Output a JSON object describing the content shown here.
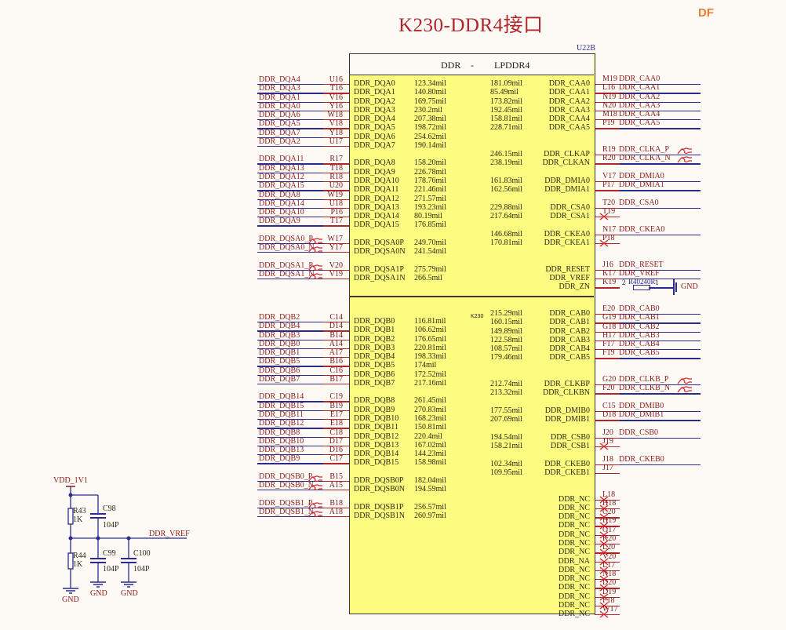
{
  "title": "K230-DDR4接口",
  "logo": "DF",
  "chip": {
    "ref": "U22B",
    "header": [
      "DDR",
      "-",
      "LPDDR4"
    ],
    "mark": "K230"
  },
  "top": {
    "left": [
      {
        "net": "DDR_DQA4",
        "pin": "U16",
        "name": "DDR_DQA0",
        "length": "123.34mil"
      },
      {
        "net": "DDR_DQA3",
        "pin": "T16",
        "name": "DDR_DQA1",
        "length": "140.80mil"
      },
      {
        "net": "DDR_DQA1",
        "pin": "V16",
        "name": "DDR_DQA2",
        "length": "169.75mil"
      },
      {
        "net": "DDR_DQA0",
        "pin": "Y16",
        "name": "DDR_DQA3",
        "length": "230.2mil"
      },
      {
        "net": "DDR_DQA6",
        "pin": "W18",
        "name": "DDR_DQA4",
        "length": "207.38mil"
      },
      {
        "net": "DDR_DQA5",
        "pin": "V18",
        "name": "DDR_DQA5",
        "length": "198.72mil"
      },
      {
        "net": "DDR_DQA7",
        "pin": "Y18",
        "name": "DDR_DQA6",
        "length": "254.62mil"
      },
      {
        "net": "DDR_DQA2",
        "pin": "U17",
        "name": "DDR_DQA7",
        "length": "190.14mil"
      },
      null,
      {
        "net": "DDR_DQA11",
        "pin": "R17",
        "name": "DDR_DQA8",
        "length": "158.20mil"
      },
      {
        "net": "DDR_DQA13",
        "pin": "T18",
        "name": "DDR_DQA9",
        "length": "226.78mil"
      },
      {
        "net": "DDR_DQA12",
        "pin": "R18",
        "name": "DDR_DQA10",
        "length": "178.76mil"
      },
      {
        "net": "DDR_DQA15",
        "pin": "U20",
        "name": "DDR_DQA11",
        "length": "221.46mil"
      },
      {
        "net": "DDR_DQA8",
        "pin": "W19",
        "name": "DDR_DQA12",
        "length": "271.57mil"
      },
      {
        "net": "DDR_DQA14",
        "pin": "U18",
        "name": "DDR_DQA13",
        "length": "193.23mil"
      },
      {
        "net": "DDR_DQA10",
        "pin": "P16",
        "name": "DDR_DQA14",
        "length": "80.19mil"
      },
      {
        "net": "DDR_DQA9",
        "pin": "T17",
        "name": "DDR_DQA15",
        "length": "176.85mil"
      },
      null,
      {
        "net": "DDR_DQSA0_P",
        "pin": "W17",
        "name": "DDR_DQSA0P",
        "length": "249.70mil",
        "diff": true
      },
      {
        "net": "DDR_DQSA0_N",
        "pin": "Y17",
        "name": "DDR_DQSA0N",
        "length": "241.54mil",
        "diff": true
      },
      null,
      {
        "net": "DDR_DQSA1_P",
        "pin": "V20",
        "name": "DDR_DQSA1P",
        "length": "275.79mil",
        "diff": true
      },
      {
        "net": "DDR_DQSA1_N",
        "pin": "V19",
        "name": "DDR_DQSA1N",
        "length": "266.5mil",
        "diff": true
      }
    ],
    "right": [
      {
        "name": "DDR_CAA0",
        "length": "181.09mil",
        "pin": "M19",
        "net": "DDR_CAA0"
      },
      {
        "name": "DDR_CAA1",
        "length": "85.49mil",
        "pin": "L16",
        "net": "DDR_CAA1"
      },
      {
        "name": "DDR_CAA2",
        "length": "173.82mil",
        "pin": "N19",
        "net": "DDR_CAA2"
      },
      {
        "name": "DDR_CAA3",
        "length": "192.45mil",
        "pin": "N20",
        "net": "DDR_CAA3"
      },
      {
        "name": "DDR_CAA4",
        "length": "158.81mil",
        "pin": "M18",
        "net": "DDR_CAA4"
      },
      {
        "name": "DDR_CAA5",
        "length": "228.71mil",
        "pin": "P19",
        "net": "DDR_CAA5"
      },
      null,
      null,
      {
        "name": "DDR_CLKAP",
        "length": "246.15mil",
        "pin": "R19",
        "net": "DDR_CLKA_P",
        "diff": true
      },
      {
        "name": "DDR_CLKAN",
        "length": "238.19mil",
        "pin": "R20",
        "net": "DDR_CLKA_N",
        "diff": true
      },
      null,
      {
        "name": "DDR_DMIA0",
        "length": "161.83mil",
        "pin": "V17",
        "net": "DDR_DMIA0"
      },
      {
        "name": "DDR_DMIA1",
        "length": "162.56mil",
        "pin": "P17",
        "net": "DDR_DMIA1"
      },
      null,
      {
        "name": "DDR_CSA0",
        "length": "229.88mil",
        "pin": "T20",
        "net": "DDR_CSA0"
      },
      {
        "name": "DDR_CSA1",
        "length": "217.64mil",
        "pin": "T19",
        "nc": true
      },
      null,
      {
        "name": "DDR_CKEA0",
        "length": "146.68mil",
        "pin": "N17",
        "net": "DDR_CKEA0"
      },
      {
        "name": "DDR_CKEA1",
        "length": "170.81mil",
        "pin": "P18",
        "nc": true
      },
      null,
      null,
      {
        "name": "DDR_RESET",
        "pin": "J16",
        "net": "DDR_RESET"
      },
      {
        "name": "DDR_VREF",
        "pin": "K17",
        "net": "DDR_VREF"
      },
      {
        "name": "DDR_ZN",
        "pin": "K19",
        "zn": true
      }
    ]
  },
  "zn_resistor": {
    "ref": "R40",
    "value": "240R",
    "pin_a": "2",
    "pin_b": "1",
    "gnd": "GND"
  },
  "bottom": {
    "left": [
      {
        "net": "DDR_DQB2",
        "pin": "C14",
        "name": "DDR_DQB0",
        "length": "116.81mil"
      },
      {
        "net": "DDR_DQB4",
        "pin": "D14",
        "name": "DDR_DQB1",
        "length": "106.62mil"
      },
      {
        "net": "DDR_DQB3",
        "pin": "B14",
        "name": "DDR_DQB2",
        "length": "176.65mil"
      },
      {
        "net": "DDR_DQB0",
        "pin": "A14",
        "name": "DDR_DQB3",
        "length": "220.81mil"
      },
      {
        "net": "DDR_DQB1",
        "pin": "A17",
        "name": "DDR_DQB4",
        "length": "198.33mil"
      },
      {
        "net": "DDR_DQB5",
        "pin": "B16",
        "name": "DDR_DQB5",
        "length": "174mil"
      },
      {
        "net": "DDR_DQB6",
        "pin": "C16",
        "name": "DDR_DQB6",
        "length": "172.52mil"
      },
      {
        "net": "DDR_DQB7",
        "pin": "B17",
        "name": "DDR_DQB7",
        "length": "217.16mil"
      },
      null,
      {
        "net": "DDR_DQB14",
        "pin": "C19",
        "name": "DDR_DQB8",
        "length": "261.45mil"
      },
      {
        "net": "DDR_DQB15",
        "pin": "B19",
        "name": "DDR_DQB9",
        "length": "270.83mil"
      },
      {
        "net": "DDR_DQB11",
        "pin": "E17",
        "name": "DDR_DQB10",
        "length": "168.23mil"
      },
      {
        "net": "DDR_DQB12",
        "pin": "E18",
        "name": "DDR_DQB11",
        "length": "150.81mil"
      },
      {
        "net": "DDR_DQB8",
        "pin": "C18",
        "name": "DDR_DQB12",
        "length": "220.4mil"
      },
      {
        "net": "DDR_DQB10",
        "pin": "D17",
        "name": "DDR_DQB13",
        "length": "167.02mil"
      },
      {
        "net": "DDR_DQB13",
        "pin": "D16",
        "name": "DDR_DQB14",
        "length": "144.23mil"
      },
      {
        "net": "DDR_DQB9",
        "pin": "C17",
        "name": "DDR_DQB15",
        "length": "158.98mil"
      },
      null,
      {
        "net": "DDR_DQSB0_P",
        "pin": "B15",
        "name": "DDR_DQSB0P",
        "length": "182.04mil",
        "diff": true
      },
      {
        "net": "DDR_DQSB0_N",
        "pin": "A15",
        "name": "DDR_DQSB0N",
        "length": "194.59mil",
        "diff": true
      },
      null,
      {
        "net": "DDR_DQSB1_P",
        "pin": "B18",
        "name": "DDR_DQSB1P",
        "length": "256.57mil",
        "diff": true
      },
      {
        "net": "DDR_DQSB1_N",
        "pin": "A18",
        "name": "DDR_DQSB1N",
        "length": "260.97mil",
        "diff": true
      }
    ],
    "right": [
      {
        "name": "DDR_CAB0",
        "length": "215.29mil",
        "pin": "E20",
        "net": "DDR_CAB0"
      },
      {
        "name": "DDR_CAB1",
        "length": "160.15mil",
        "pin": "G19",
        "net": "DDR_CAB1"
      },
      {
        "name": "DDR_CAB2",
        "length": "149.89mil",
        "pin": "G18",
        "net": "DDR_CAB2"
      },
      {
        "name": "DDR_CAB3",
        "length": "122.58mil",
        "pin": "H17",
        "net": "DDR_CAB3"
      },
      {
        "name": "DDR_CAB4",
        "length": "108.57mil",
        "pin": "F17",
        "net": "DDR_CAB4"
      },
      {
        "name": "DDR_CAB5",
        "length": "179.46mil",
        "pin": "F19",
        "net": "DDR_CAB5"
      },
      null,
      null,
      {
        "name": "DDR_CLKBP",
        "length": "212.74mil",
        "pin": "G20",
        "net": "DDR_CLKB_P",
        "diff": true
      },
      {
        "name": "DDR_CLKBN",
        "length": "213.32mil",
        "pin": "F20",
        "net": "DDR_CLKB_N",
        "diff": true
      },
      null,
      {
        "name": "DDR_DMIB0",
        "length": "177.55mil",
        "pin": "C15",
        "net": "DDR_DMIB0"
      },
      {
        "name": "DDR_DMIB1",
        "length": "207.69mil",
        "pin": "D18",
        "net": "DDR_DMIB1"
      },
      null,
      {
        "name": "DDR_CSB0",
        "length": "194.54mil",
        "pin": "J20",
        "net": "DDR_CSB0"
      },
      {
        "name": "DDR_CSB1",
        "length": "158.21mil",
        "pin": "J19",
        "nc": true
      },
      null,
      {
        "name": "DDR_CKEB0",
        "length": "102.34mil",
        "pin": "J18",
        "net": "DDR_CKEB0"
      },
      {
        "name": "DDR_CKEB1",
        "length": "109.95mil",
        "pin": "J17"
      },
      null,
      null,
      {
        "name": "DDR_NC",
        "pin": "L18",
        "nc": true
      },
      {
        "name": "DDR_NC",
        "pin": "H18",
        "nc": true
      },
      {
        "name": "DDR_NC",
        "pin": "C20",
        "nc": true
      },
      {
        "name": "DDR_NC",
        "pin": "H19",
        "nc": true
      },
      {
        "name": "DDR_NC",
        "pin": "G17",
        "nc": true
      },
      {
        "name": "DDR_NC",
        "pin": "K20",
        "nc": true
      },
      {
        "name": "DDR_NC",
        "pin": "L20",
        "nc": true
      },
      {
        "name": "DDR_NA",
        "pin": "V20",
        "nc": true
      },
      {
        "name": "DDR_NC",
        "pin": "L17",
        "nc": true
      },
      {
        "name": "DDR_NC",
        "pin": "N18",
        "nc": true
      },
      {
        "name": "DDR_NC",
        "pin": "D20",
        "nc": true
      },
      {
        "name": "DDR_NC",
        "pin": "D19",
        "nc": true
      },
      {
        "name": "DDR_NC",
        "pin": "F18",
        "nc": true
      },
      {
        "name": "DDR_NC",
        "pin": "W17",
        "nc": true
      }
    ]
  },
  "vref_circuit": {
    "supply": "VDD_1V1",
    "r_top": {
      "ref": "R43",
      "value": "1K"
    },
    "r_bottom": {
      "ref": "R44",
      "value": "1K"
    },
    "c_top": {
      "ref": "C98",
      "value": "104P"
    },
    "c_mid": {
      "ref": "C99",
      "value": "104P"
    },
    "c_right": {
      "ref": "C100",
      "value": "104P"
    },
    "net": "DDR_VREF",
    "gnd": [
      "GND",
      "GND",
      "GND"
    ]
  },
  "colors": {
    "chip_fill": "#fdfb80",
    "net_text": "#8b1a1a",
    "wire": "#2b2b8f",
    "pin_line": "#b0262a",
    "title": "#b0262a"
  }
}
